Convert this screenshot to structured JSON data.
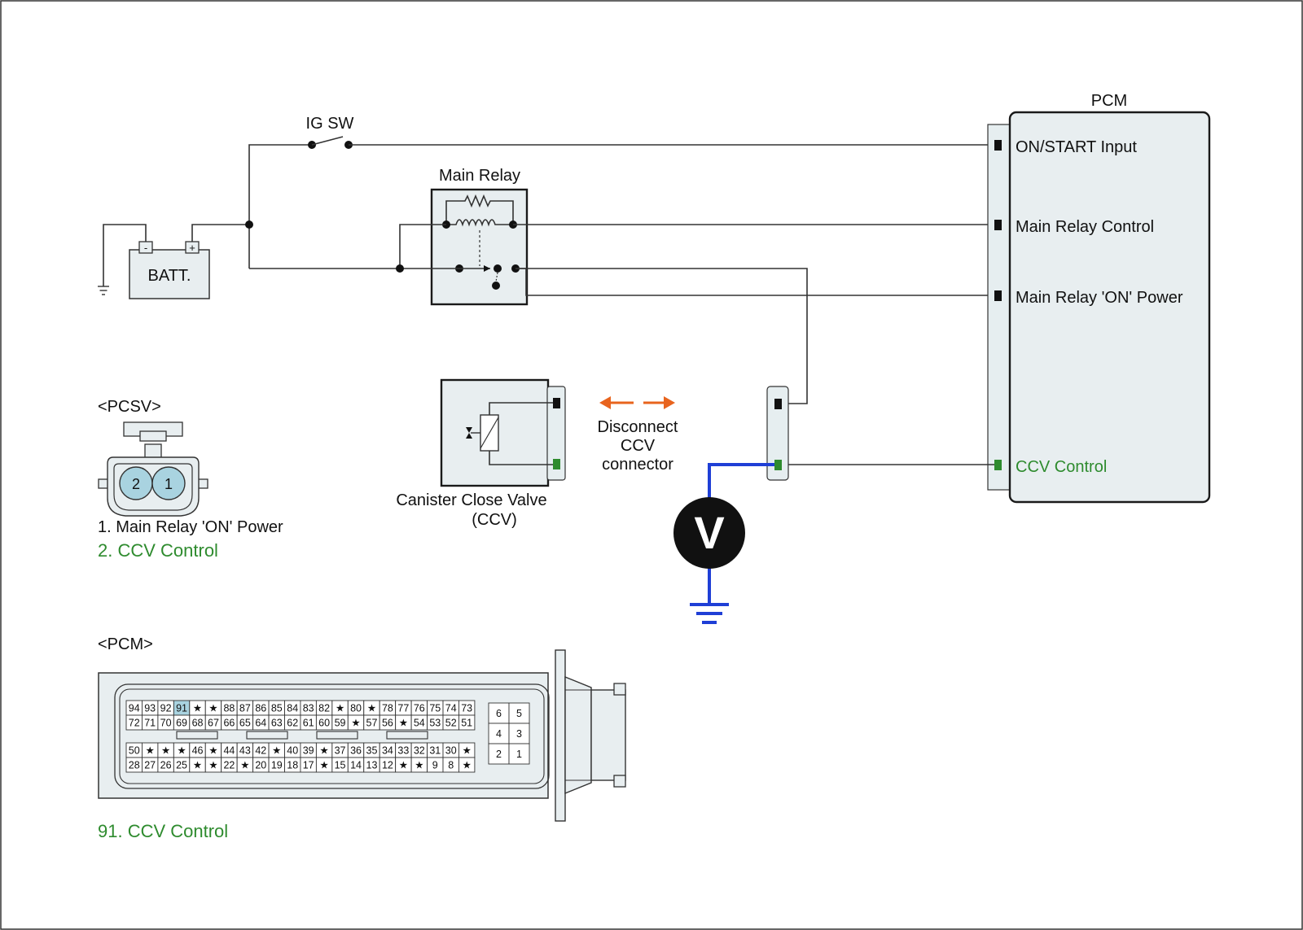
{
  "labels": {
    "ig_sw": "IG SW",
    "batt": "BATT.",
    "batt_minus": "-",
    "batt_plus": "+",
    "main_relay": "Main Relay",
    "pcm_title": "PCM",
    "pcm_on_start": "ON/START Input",
    "pcm_main_relay_control": "Main Relay Control",
    "pcm_main_relay_on_power": "Main Relay 'ON' Power",
    "pcm_ccv_control": "CCV Control",
    "disconnect_line1": "Disconnect",
    "disconnect_line2": "CCV",
    "disconnect_line3": "connector",
    "ccv_name": "Canister Close Valve",
    "ccv_abbr": "(CCV)",
    "voltmeter": "V"
  },
  "pcsv": {
    "title": "<PCSV>",
    "pins": [
      "2",
      "1"
    ],
    "legend_1": "1. Main Relay 'ON' Power",
    "legend_2": "2. CCV Control"
  },
  "pcm_connector": {
    "title": "<PCM>",
    "row1": [
      "94",
      "93",
      "92",
      "91",
      "★",
      "★",
      "88",
      "87",
      "86",
      "85",
      "84",
      "83",
      "82",
      "★",
      "80",
      "★",
      "78",
      "77",
      "76",
      "75",
      "74",
      "73"
    ],
    "row2": [
      "72",
      "71",
      "70",
      "69",
      "68",
      "67",
      "66",
      "65",
      "64",
      "63",
      "62",
      "61",
      "60",
      "59",
      "★",
      "57",
      "56",
      "★",
      "54",
      "53",
      "52",
      "51"
    ],
    "row3": [
      "50",
      "★",
      "★",
      "★",
      "46",
      "★",
      "44",
      "43",
      "42",
      "★",
      "40",
      "39",
      "★",
      "37",
      "36",
      "35",
      "34",
      "33",
      "32",
      "31",
      "30",
      "★"
    ],
    "row4": [
      "28",
      "27",
      "26",
      "25",
      "★",
      "★",
      "22",
      "★",
      "20",
      "19",
      "18",
      "17",
      "★",
      "15",
      "14",
      "13",
      "12",
      "★",
      "★",
      "9",
      "8",
      "★"
    ],
    "small_block": [
      [
        "6",
        "5"
      ],
      [
        "4",
        "3"
      ],
      [
        "2",
        "1"
      ]
    ],
    "highlight_pin": "91",
    "legend": "91. CCV Control"
  },
  "colors": {
    "highlight_text": "#2e8b2e",
    "disconnect_arrow": "#e8641e",
    "meter_lead": "#1f3fd6",
    "connector_fill": "#e6eef0",
    "pin_highlight": "#a9d3e0",
    "ccv_terminal": "#2e8b2e"
  }
}
